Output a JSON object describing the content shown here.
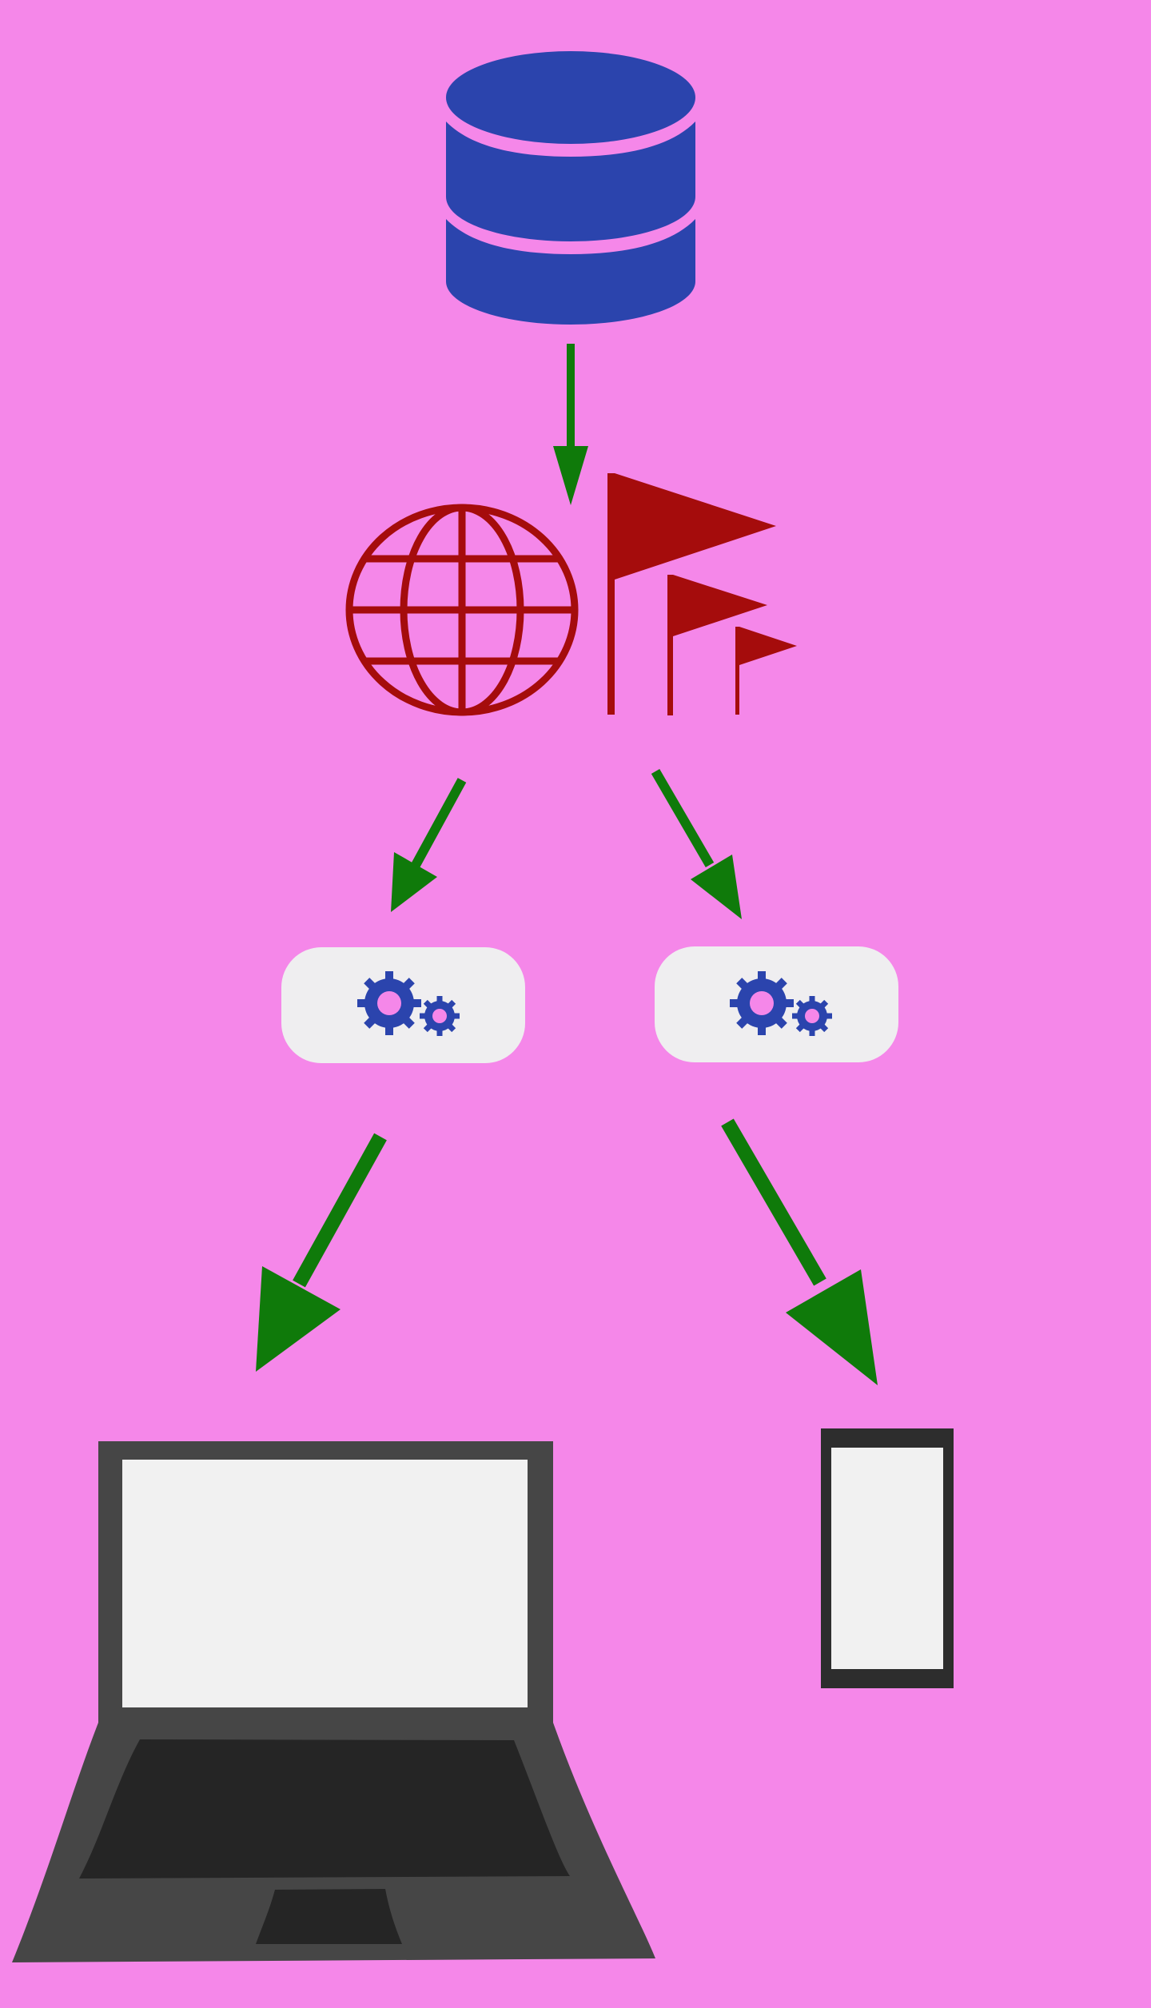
{
  "diagram": {
    "nodes": [
      {
        "id": "database",
        "icon": "database-icon"
      },
      {
        "id": "internationalization",
        "icon": "globe-icon",
        "secondary_icon": "flags-icon"
      },
      {
        "id": "service-left",
        "icon": "gears-icon"
      },
      {
        "id": "service-right",
        "icon": "gears-icon"
      },
      {
        "id": "laptop",
        "icon": "laptop-icon"
      },
      {
        "id": "phone",
        "icon": "phone-icon"
      }
    ],
    "edges": [
      {
        "from": "database",
        "to": "internationalization"
      },
      {
        "from": "internationalization",
        "to": "service-left"
      },
      {
        "from": "internationalization",
        "to": "service-right"
      },
      {
        "from": "service-left",
        "to": "laptop"
      },
      {
        "from": "service-right",
        "to": "phone"
      }
    ]
  },
  "colors": {
    "background": "#f587e9",
    "database": "#2b44ad",
    "globe_and_flags": "#a50c0c",
    "arrows": "#0f7a0a",
    "gears": "#2b44ad",
    "service_pill": "#efeef0",
    "device_frame": "#464646",
    "device_screen": "#f1f1f1",
    "keyboard": "#252525"
  }
}
